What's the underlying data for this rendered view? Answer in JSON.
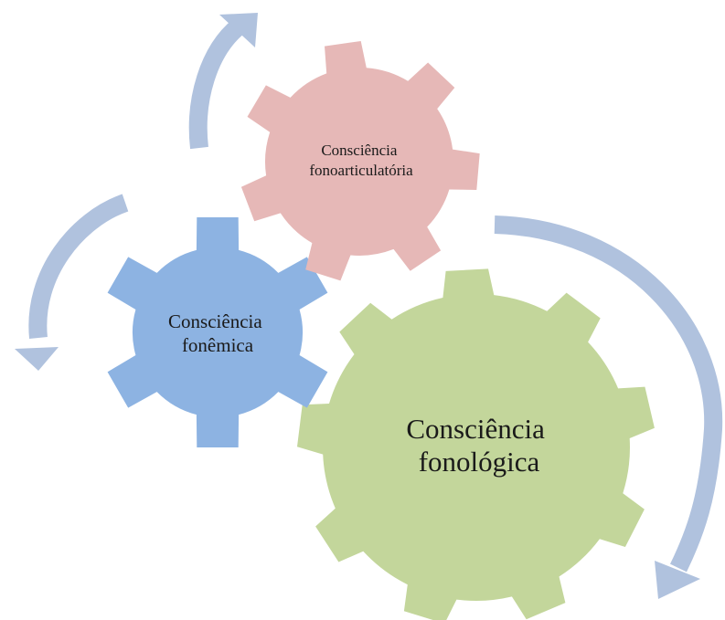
{
  "gears": [
    {
      "id": "fonoarticulatoria",
      "lines": [
        "Consciência",
        "fonoarticulatória"
      ],
      "color": "#e6b8b7",
      "teeth": 7
    },
    {
      "id": "fonemica",
      "lines": [
        "Consciência",
        "fonêmica"
      ],
      "color": "#8db3e2",
      "teeth": 6
    },
    {
      "id": "fonologica",
      "lines": [
        "Consciência",
        "fonológica"
      ],
      "color": "#c3d69b",
      "teeth": 9
    }
  ],
  "arrow_color": "#b0c2de"
}
